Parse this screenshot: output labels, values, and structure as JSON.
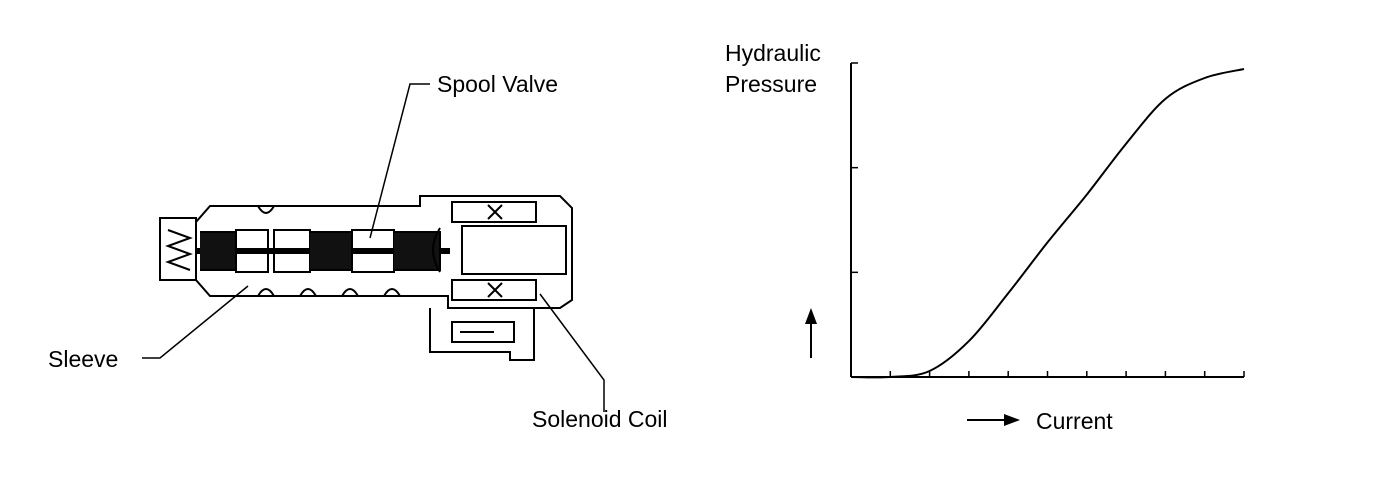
{
  "valve": {
    "labels": {
      "spool_valve": "Spool Valve",
      "sleeve": "Sleeve",
      "solenoid_coil": "Solenoid Coil"
    }
  },
  "graph": {
    "y_label_line1": "Hydraulic",
    "y_label_line2": "Pressure",
    "x_label": "Current"
  },
  "chart_data": {
    "type": "line",
    "xlabel": "Current",
    "ylabel": "Hydraulic Pressure",
    "x": [
      0,
      1,
      2,
      3,
      4,
      5,
      6,
      7,
      8,
      9,
      10
    ],
    "series": [
      {
        "values": [
          0,
          0,
          0.2,
          1.2,
          2.8,
          4.5,
          6.1,
          7.8,
          9.3,
          10.0,
          10.3
        ]
      }
    ],
    "xlim": [
      0,
      10
    ],
    "ylim": [
      0,
      10.5
    ],
    "grid": false
  },
  "colors": {
    "ink": "#000000",
    "paper": "#ffffff"
  }
}
